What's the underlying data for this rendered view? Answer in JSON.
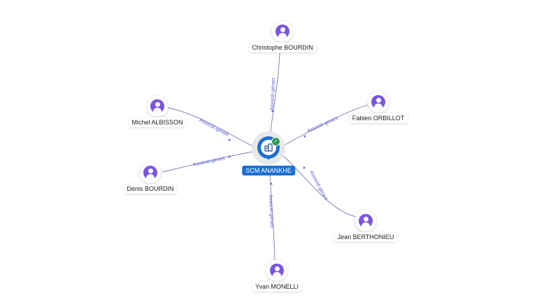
{
  "company": {
    "name": "SCM ANANKHE",
    "icon": "building-icon",
    "status_icon": "check-icon",
    "color": "#1a6fd6"
  },
  "edge_color": "#7a7ab8",
  "person_color": "#7b55e0",
  "persons": [
    {
      "name": "Christophe BOURDIN",
      "role": "Associé-gérant",
      "icon": "person-icon"
    },
    {
      "name": "Fabien ORBILLOT",
      "role": "Associé-gérant",
      "icon": "person-icon"
    },
    {
      "name": "Michel ALBISSON",
      "role": "Associé-gérant",
      "icon": "person-icon"
    },
    {
      "name": "Denis BOURDIN",
      "role": "Associé-gérant",
      "icon": "person-icon"
    },
    {
      "name": "Jean BERTHONIEU",
      "role": "Associé-gérant",
      "icon": "person-icon"
    },
    {
      "name": "Yvan MONELLI",
      "role": "Associé-gérant",
      "icon": "person-icon"
    }
  ]
}
